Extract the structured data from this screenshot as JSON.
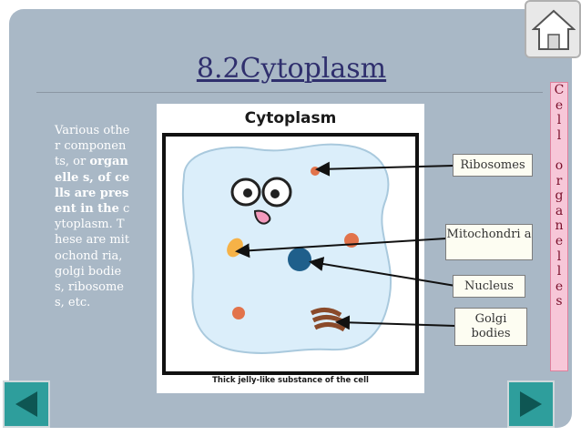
{
  "slide": {
    "title": "8.2Cytoplasm",
    "body_text": {
      "part1": "Various other componen ts, or ",
      "bold": "organelle s, of cells are present in the",
      "part2": " cytoplasm. These are mitochond ria, golgi bodies, ribosomes, etc."
    }
  },
  "diagram": {
    "title": "Cytoplasm",
    "caption": "Thick jelly-like substance of the cell"
  },
  "labels": {
    "ribosomes": "Ribosomes",
    "mitochondria": "Mitochondri a",
    "nucleus": "Nucleus",
    "golgi": "Golgi bodies"
  },
  "vertical_label": [
    "C",
    "e",
    "l",
    "l",
    "",
    "o",
    "r",
    "g",
    "a",
    "n",
    "e",
    "l",
    "l",
    "e",
    "s"
  ],
  "colors": {
    "panel": "#a9b8c6",
    "title": "#2f2f6d",
    "cell_fill": "#dbeefa",
    "nucleus": "#1f5f8b",
    "nav_button": "#2e9e9c",
    "vertical_bar": "#f7c7d8"
  },
  "icons": {
    "home": "home-icon",
    "prev": "arrow-left-icon",
    "next": "arrow-right-icon"
  }
}
